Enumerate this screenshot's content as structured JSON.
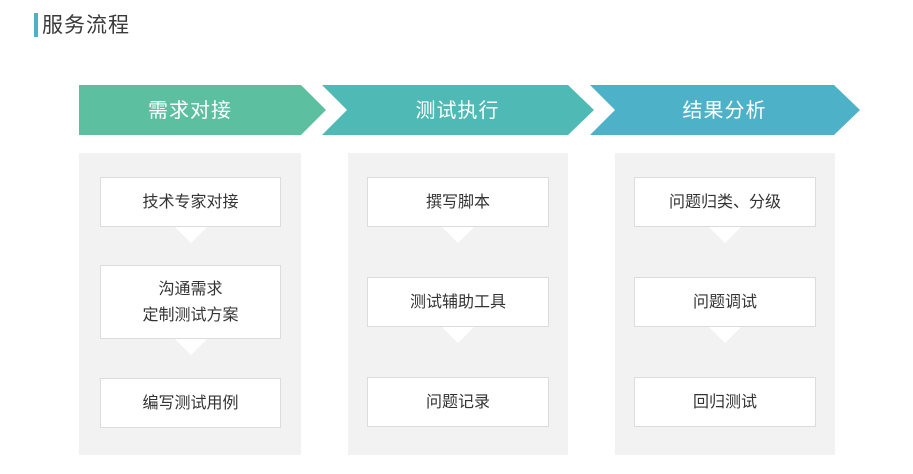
{
  "header": {
    "title": "服务流程"
  },
  "colors": {
    "accent_bar": "#4fb0c6",
    "stage1": "#5cc0a0",
    "stage2": "#4fbab5",
    "stage3": "#4db2c8",
    "panel": "#f2f2f2"
  },
  "stages": [
    {
      "label": "需求对接",
      "steps": [
        [
          "技术专家对接"
        ],
        [
          "沟通需求",
          "定制测试方案"
        ],
        [
          "编写测试用例"
        ]
      ]
    },
    {
      "label": "测试执行",
      "steps": [
        [
          "撰写脚本"
        ],
        [
          "测试辅助工具"
        ],
        [
          "问题记录"
        ]
      ]
    },
    {
      "label": "结果分析",
      "steps": [
        [
          "问题归类、分级"
        ],
        [
          "问题调试"
        ],
        [
          "回归测试"
        ]
      ]
    }
  ]
}
